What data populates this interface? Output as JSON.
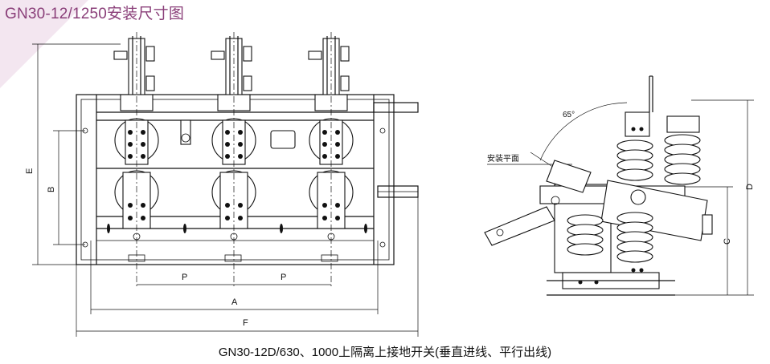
{
  "title": "GN30-12/1250安装尺寸图",
  "caption": "GN30-12D/630、1000上隔离上接地开关(垂直进线、平行出线)",
  "dimensions": {
    "e": "E",
    "b": "B",
    "p1": "P",
    "p2": "P",
    "a": "A",
    "f": "F",
    "d": "D",
    "c": "C"
  },
  "side_view": {
    "angle": "65°",
    "mounting_plane": "安装平面"
  },
  "colors": {
    "title": "#8a3f79",
    "corner": "#f3e6f0",
    "line": "#111111"
  }
}
